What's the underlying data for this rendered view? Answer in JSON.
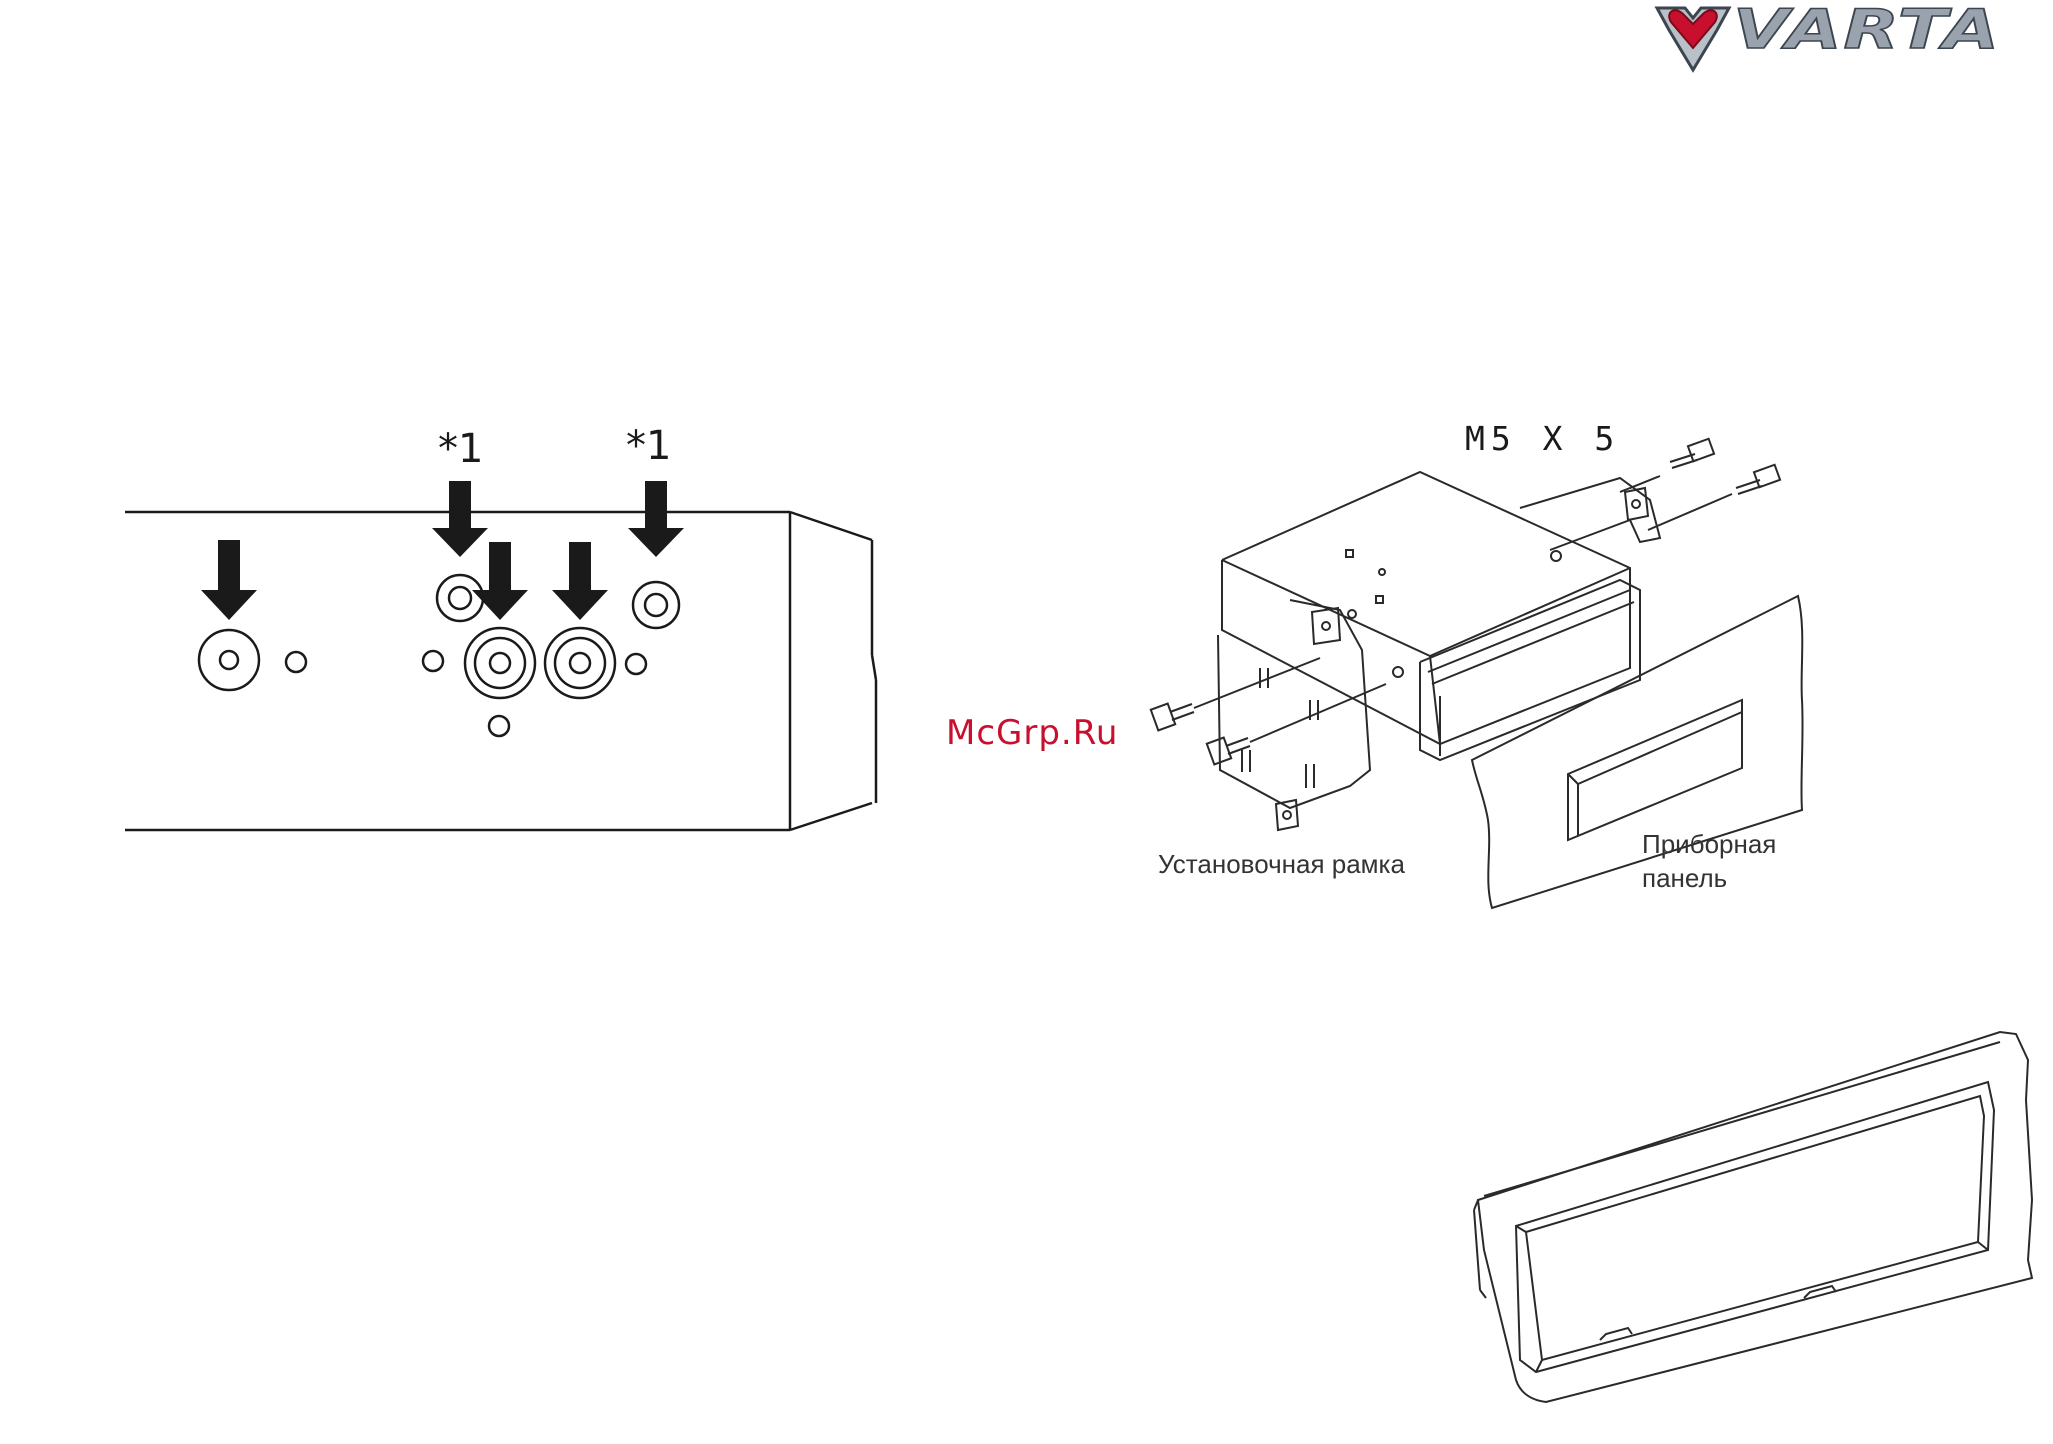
{
  "brand": {
    "logo_text": "VARTA"
  },
  "figure_rear_panel": {
    "marker_left": "*1",
    "marker_right": "*1"
  },
  "figure_install": {
    "screw_label": "M5 X 5",
    "frame_caption": "Установочная рамка",
    "panel_caption_line1": "Приборная",
    "panel_caption_line2": "панель"
  },
  "watermark": {
    "text": "McGrp.Ru"
  },
  "colors": {
    "line": "#1a1a1a",
    "watermark": "#c8102e",
    "logo_heart": "#c8102e"
  }
}
